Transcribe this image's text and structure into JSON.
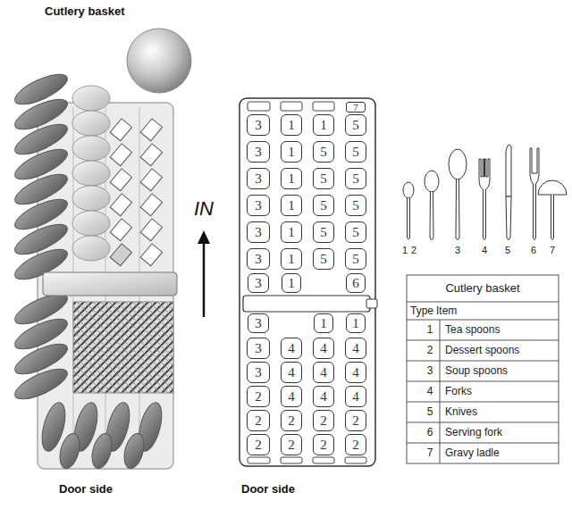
{
  "diagram": {
    "title": "Cutlery basket",
    "nodes": [
      {
        "text": [
          "7"
        ]
      },
      {
        "text": [
          "3"
        ]
      },
      {
        "text": [
          "1"
        ]
      },
      {
        "text": [
          "1"
        ]
      },
      {
        "text": [
          "5"
        ]
      },
      {
        "text": [
          "3"
        ]
      },
      {
        "text": [
          "1"
        ]
      },
      {
        "text": [
          "5"
        ]
      },
      {
        "text": [
          "5"
        ]
      },
      {
        "text": [
          "3"
        ]
      },
      {
        "text": [
          "1"
        ]
      },
      {
        "text": [
          "5"
        ]
      },
      {
        "text": [
          "5"
        ]
      },
      {
        "text": [
          "3"
        ]
      },
      {
        "text": [
          "1"
        ]
      },
      {
        "text": [
          "5"
        ]
      },
      {
        "text": [
          "5"
        ]
      },
      {
        "text": [
          "3"
        ]
      },
      {
        "text": [
          "1"
        ]
      },
      {
        "text": [
          "5"
        ]
      },
      {
        "text": [
          "5"
        ]
      },
      {
        "text": [
          "3"
        ]
      },
      {
        "text": [
          "1"
        ]
      },
      {
        "text": [
          "5"
        ]
      },
      {
        "text": [
          "5"
        ]
      },
      {
        "text": [
          "3"
        ]
      },
      {
        "text": [
          "1"
        ]
      },
      {
        "text": [
          "6"
        ]
      },
      {
        "text": [
          "3"
        ]
      },
      {
        "text": [
          "1"
        ]
      },
      {
        "text": [
          "1"
        ]
      },
      {
        "text": [
          "3"
        ]
      },
      {
        "text": [
          "4"
        ]
      },
      {
        "text": [
          "4"
        ]
      },
      {
        "text": [
          "4"
        ]
      },
      {
        "text": [
          "3"
        ]
      },
      {
        "text": [
          "4"
        ]
      },
      {
        "text": [
          "4"
        ]
      },
      {
        "text": [
          "4"
        ]
      },
      {
        "text": [
          "2"
        ]
      },
      {
        "text": [
          "4"
        ]
      },
      {
        "text": [
          "4"
        ]
      },
      {
        "text": [
          "4"
        ]
      },
      {
        "text": [
          "2"
        ]
      },
      {
        "text": [
          "2"
        ]
      },
      {
        "text": [
          "2"
        ]
      },
      {
        "text": [
          "2"
        ]
      },
      {
        "text": [
          "2"
        ]
      },
      {
        "text": [
          "2"
        ]
      },
      {
        "text": [
          "2"
        ]
      },
      {
        "text": [
          "2"
        ]
      }
    ],
    "labels": [
      "IN",
      "1",
      "2",
      "3",
      "4",
      "5",
      "6",
      "7",
      "Cutlery basket",
      "Type",
      "Item",
      "1",
      "Tea spoons",
      "2",
      "Dessert spoons",
      "3",
      "Soup spoons",
      "4",
      "Forks",
      "5",
      "Knives",
      "6",
      "Serving fork",
      "7",
      "Gravy ladle",
      "Door side",
      "Door side"
    ]
  }
}
